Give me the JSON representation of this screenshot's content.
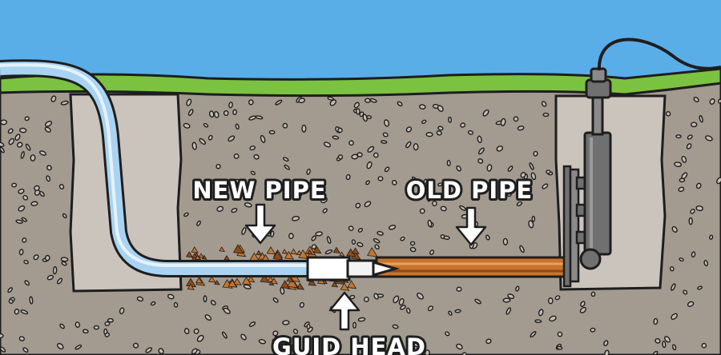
{
  "labels": {
    "new_pipe": "NEW PIPE",
    "old_pipe": "OLD PIPE",
    "guide_head": "GUID HEAD"
  },
  "colors": {
    "sky": "#5aaee8",
    "grass": "#7cc241",
    "soil": "#a39b90",
    "pit": "#cbc4bd",
    "new_pipe": "#a9d3f2",
    "old_pipe": "#c8742c",
    "machine": "#707070",
    "outline": "#1e1e1e"
  }
}
